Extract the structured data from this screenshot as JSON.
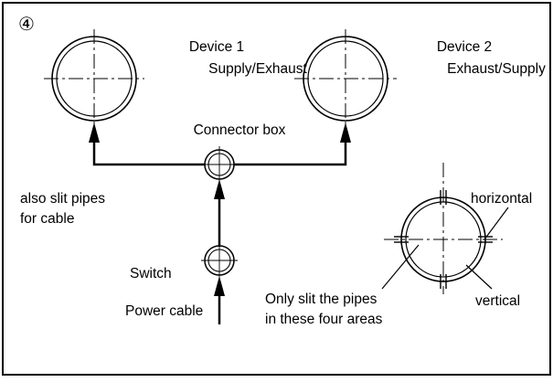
{
  "diagram": {
    "step_number": "④",
    "labels": {
      "device1_line1": "Device 1",
      "device1_line2": "Supply/Exhaust",
      "device2_line1": "Device 2",
      "device2_line2": "Exhaust/Supply",
      "connector_box": "Connector box",
      "slit_note_line1": "also slit pipes",
      "slit_note_line2": "for cable",
      "switch": "Switch",
      "power_cable": "Power cable",
      "horizontal": "horizontal",
      "vertical": "vertical",
      "slit_areas_line1": "Only slit the pipes",
      "slit_areas_line2": "in these four areas"
    },
    "colors": {
      "line": "#000000",
      "background": "#ffffff"
    }
  }
}
